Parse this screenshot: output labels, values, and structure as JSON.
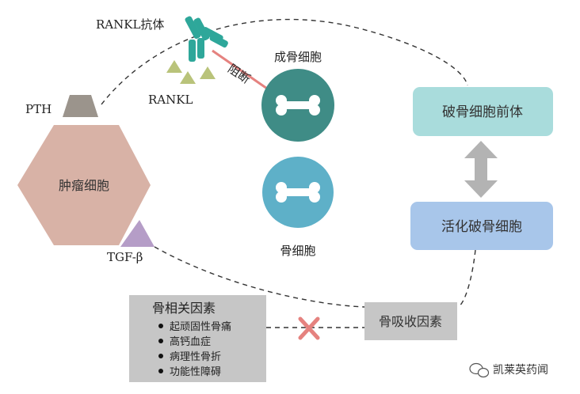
{
  "colors": {
    "tumor": "#d8b2a6",
    "osteoblast": "#3f8c86",
    "osteocyte": "#5eb0c8",
    "precursor": "#a9dcdc",
    "active": "#a8c6ea",
    "antibody": "#2ea79a",
    "rankl": "#b9c37a",
    "pth": "#9b948c",
    "tgf": "#b59dc7",
    "block": "#e5827f",
    "panel": "#c6c6c6"
  },
  "labels": {
    "rankl_antibody": "RANKL抗体",
    "rankl": "RANKL",
    "pth": "PTH",
    "tumor_cell": "肿瘤细胞",
    "tgf_beta": "TGF-β",
    "block": "阻断",
    "osteoblast": "成骨细胞",
    "osteocyte": "骨细胞",
    "osteoclast_precursor": "破骨细胞前体",
    "active_osteoclast": "活化破骨细胞",
    "bone_resorption_factor": "骨吸收因素"
  },
  "bone_factors": {
    "title": "骨相关因素",
    "items": [
      "起顽固性骨痛",
      "高钙血症",
      "病理性骨折",
      "功能性障碍"
    ]
  },
  "watermark": {
    "icon": "wechat-icon",
    "text": "凯莱英药闻"
  }
}
